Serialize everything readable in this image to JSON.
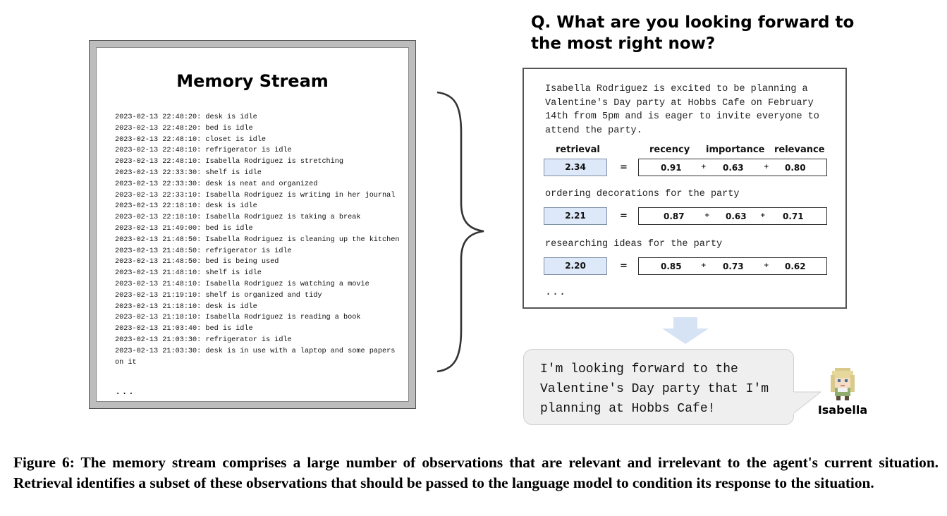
{
  "memory_stream": {
    "title": "Memory Stream",
    "entries": [
      "2023-02-13 22:48:20: desk is idle",
      "2023-02-13 22:48:20: bed is idle",
      "2023-02-13 22:48:10: closet is idle",
      "2023-02-13 22:48:10: refrigerator is idle",
      "2023-02-13 22:48:10: Isabella Rodriguez is stretching",
      "2023-02-13 22:33:30: shelf is idle",
      "2023-02-13 22:33:30: desk is neat and organized",
      "2023-02-13 22:33:10: Isabella Rodriguez is writing in her journal",
      "2023-02-13 22:18:10: desk is idle",
      "2023-02-13 22:18:10: Isabella Rodriguez is taking a break",
      "2023-02-13 21:49:00: bed is idle",
      "2023-02-13 21:48:50: Isabella Rodriguez is cleaning up the kitchen",
      "2023-02-13 21:48:50: refrigerator is idle",
      "2023-02-13 21:48:50: bed is being used",
      "2023-02-13 21:48:10: shelf is idle",
      "2023-02-13 21:48:10: Isabella Rodriguez is watching a movie",
      "2023-02-13 21:19:10: shelf is organized and tidy",
      "2023-02-13 21:18:10: desk is idle",
      "2023-02-13 21:18:10: Isabella Rodriguez is reading a book",
      "2023-02-13 21:03:40: bed is idle",
      "2023-02-13 21:03:30: refrigerator is idle",
      "2023-02-13 21:03:30: desk is in use with a laptop and some papers on it"
    ],
    "ellipsis": "..."
  },
  "question": "Q. What are you looking forward to the most right now?",
  "retrieval": {
    "focal_memory": "Isabella Rodriguez is excited to be planning a Valentine's Day party at Hobbs Cafe on February 14th from 5pm and is eager to invite everyone to attend the party.",
    "headers": {
      "retrieval": "retrieval",
      "recency": "recency",
      "importance": "importance",
      "relevance": "relevance"
    },
    "equals": "=",
    "plus": "+",
    "rows": [
      {
        "score": "2.34",
        "recency": "0.91",
        "importance": "0.63",
        "relevance": "0.80"
      },
      {
        "label": "ordering decorations for the party",
        "score": "2.21",
        "recency": "0.87",
        "importance": "0.63",
        "relevance": "0.71"
      },
      {
        "label": "researching ideas for the party",
        "score": "2.20",
        "recency": "0.85",
        "importance": "0.73",
        "relevance": "0.62"
      }
    ],
    "ellipsis": "..."
  },
  "response": {
    "text": "I'm looking forward to the Valentine's Day party that I'm planning at Hobbs Cafe!",
    "speaker": "Isabella"
  },
  "caption": "Figure 6: The memory stream comprises a large number of observations that are relevant and irrelevant to the agent's current situation. Retrieval identifies a subset of these observations that should be passed to the language model to condition its response to the situation.",
  "colors": {
    "score_fill": "#dde8f8",
    "arrow": "#d6e3f5",
    "bubble": "#efefef"
  }
}
